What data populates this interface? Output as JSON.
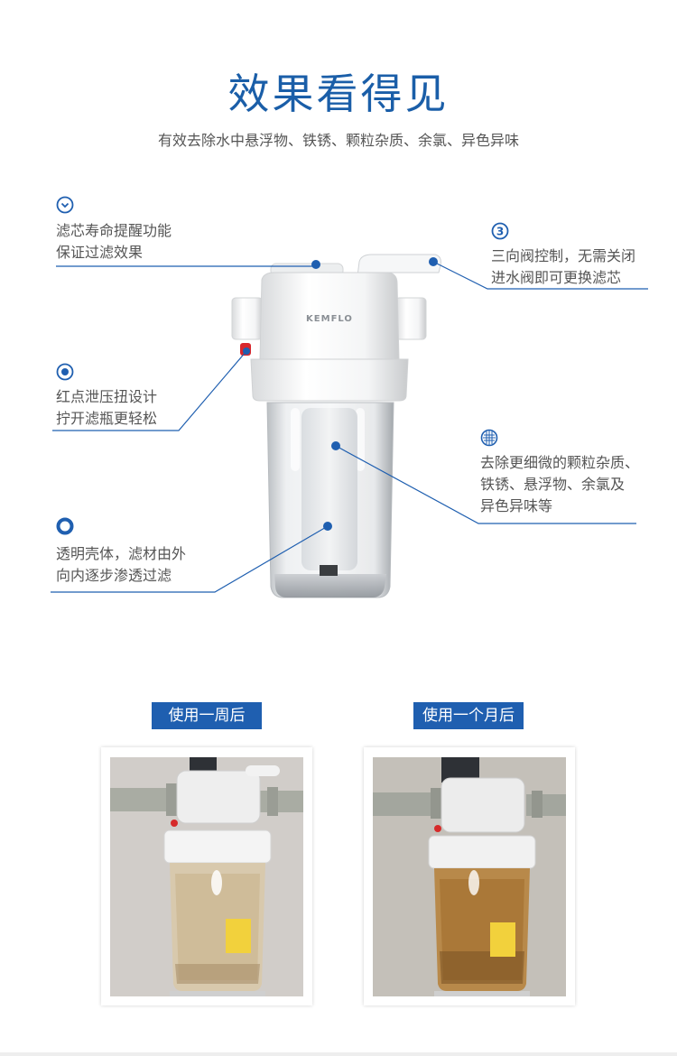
{
  "header": {
    "title": "效果看得见",
    "subtitle": "有效去除水中悬浮物、铁锈、颗粒杂质、余氯、异色异味"
  },
  "product": {
    "brand": "KEMFLO"
  },
  "features": [
    {
      "icon": "chevron-circle-icon",
      "line1": "滤芯寿命提醒功能",
      "line2": "保证过滤效果"
    },
    {
      "icon": "number-3-icon",
      "line1": "三向阀控制，无需关闭",
      "line2": "进水阀即可更换滤芯"
    },
    {
      "icon": "dot-circle-icon",
      "line1": "红点泄压扭设计",
      "line2": "拧开滤瓶更轻松"
    },
    {
      "icon": "grid-globe-icon",
      "line1": "去除更细微的颗粒杂质、",
      "line2": "铁锈、悬浮物、余氯及",
      "line3": "异色异味等"
    },
    {
      "icon": "ring-icon",
      "line1": "透明壳体，滤材由外",
      "line2": "向内逐步渗透过滤"
    }
  ],
  "comparison": [
    {
      "label": "使用一周后"
    },
    {
      "label": "使用一个月后"
    }
  ],
  "colors": {
    "accent": "#1f5fb0",
    "title": "#1a5ea8"
  }
}
